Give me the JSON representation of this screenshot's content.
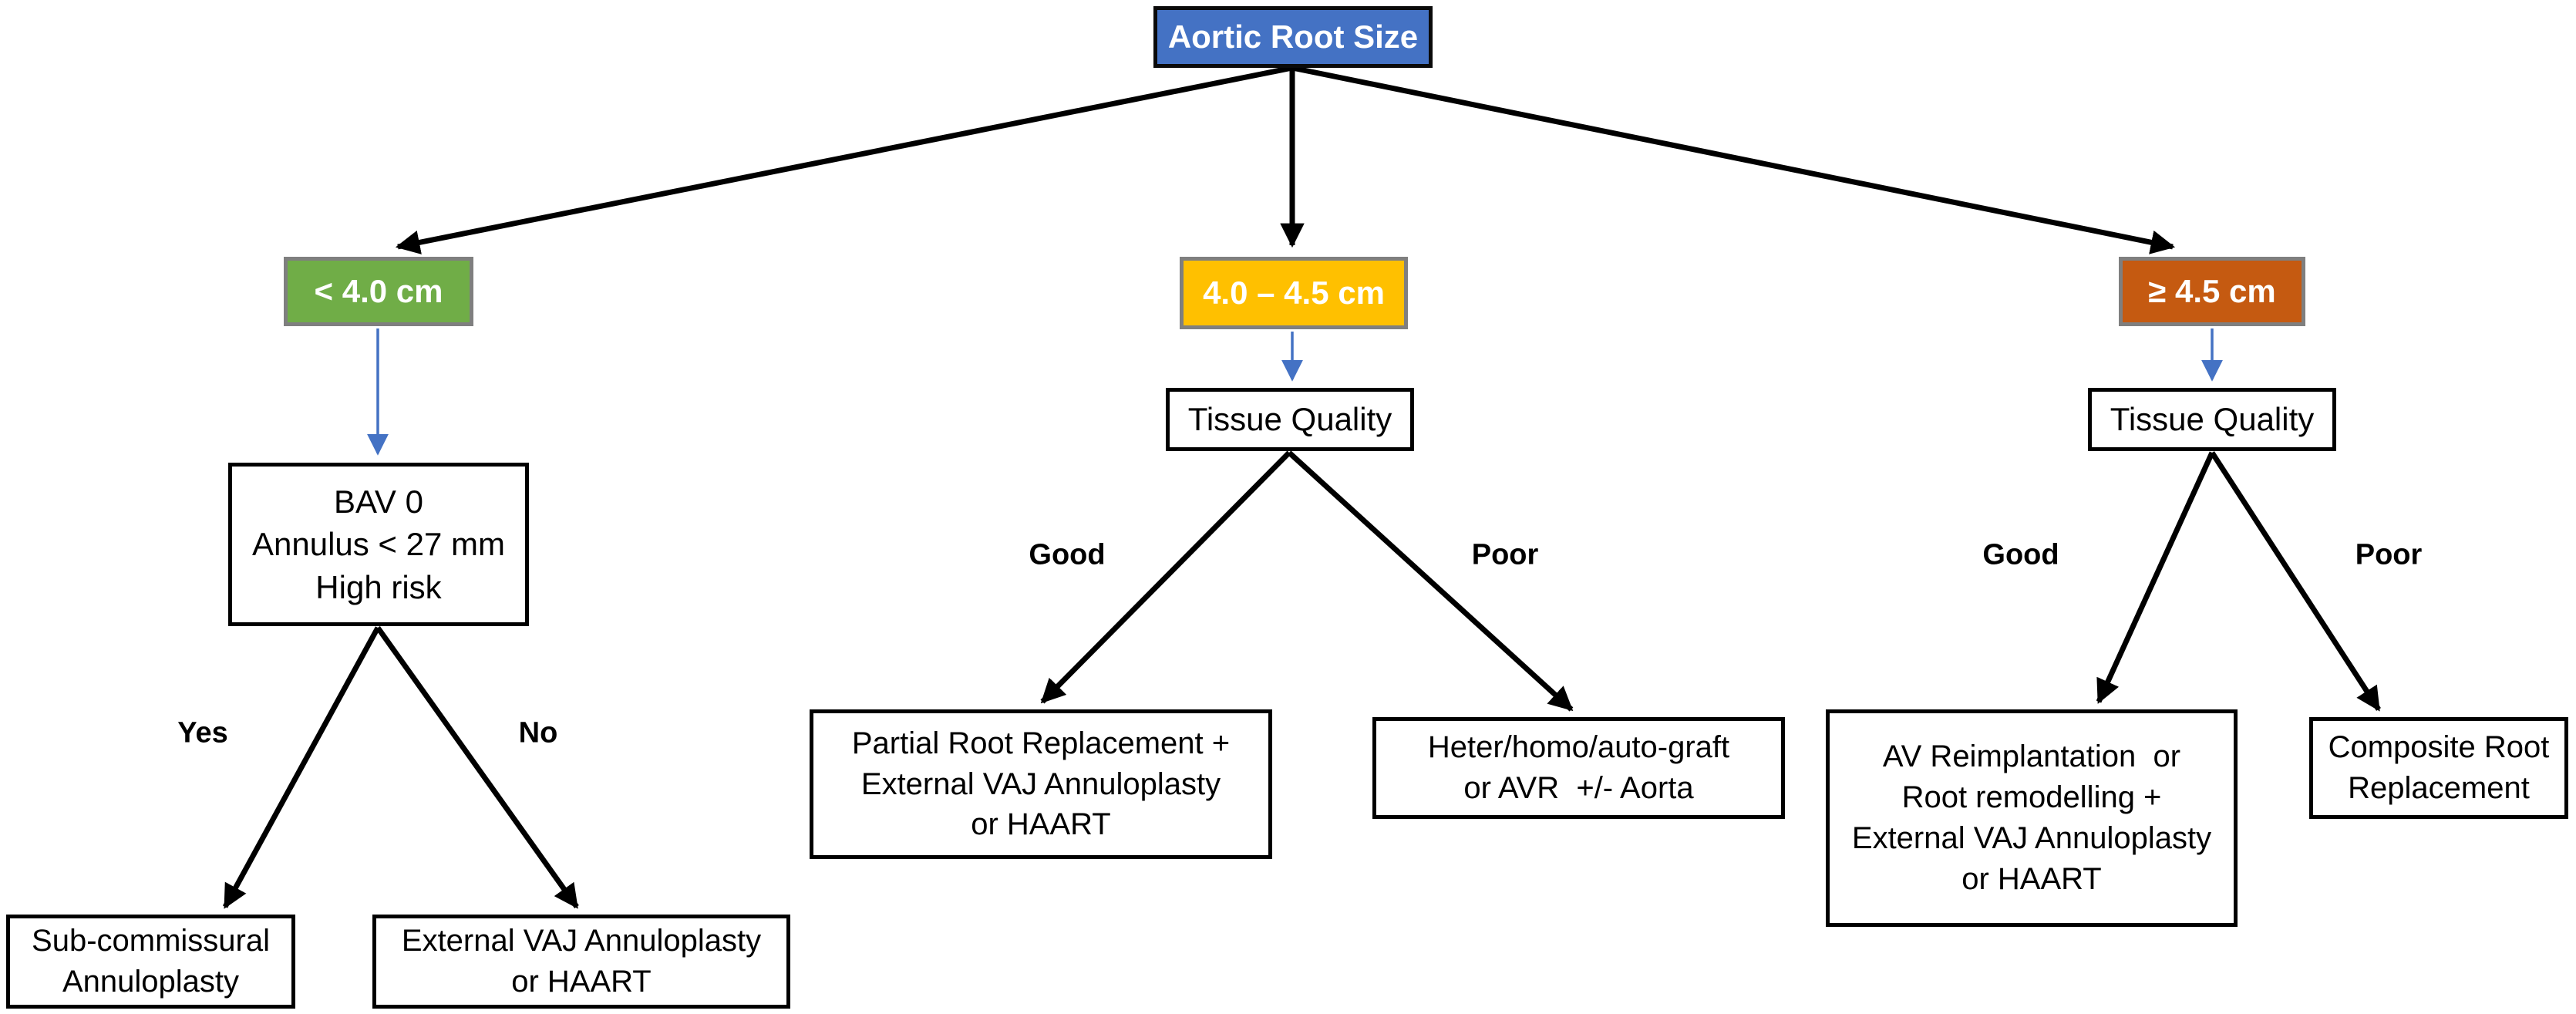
{
  "diagram_title": "Aortic Root Size decision tree",
  "nodes": {
    "root": {
      "label": "Aortic Root Size"
    },
    "size_lt_40": {
      "label": "< 4.0 cm"
    },
    "size_40_45": {
      "label": "4.0 – 4.5 cm"
    },
    "size_ge_45": {
      "label": "≥ 4.5 cm"
    },
    "tissue_quality_mid": {
      "label": "Tissue Quality"
    },
    "tissue_quality_right": {
      "label": "Tissue Quality"
    },
    "bav_criteria": {
      "label": "BAV 0\nAnnulus < 27 mm\nHigh risk"
    },
    "subcommissural": {
      "label": "Sub-commissural\nAnnuloplasty"
    },
    "external_vaj": {
      "label": "External VAJ Annuloplasty\nor HAART"
    },
    "partial_root": {
      "label": "Partial Root Replacement +\nExternal VAJ Annuloplasty\nor HAART"
    },
    "graft_avr": {
      "label": "Heter/homo/auto-graft\nor AVR  +/- Aorta"
    },
    "av_reimplantation": {
      "label": "AV Reimplantation  or\nRoot remodelling +\nExternal VAJ Annuloplasty\nor HAART"
    },
    "composite_root": {
      "label": "Composite Root\nReplacement"
    }
  },
  "edge_labels": {
    "yes": "Yes",
    "no": "No",
    "good_mid": "Good",
    "poor_mid": "Poor",
    "good_right": "Good",
    "poor_right": "Poor"
  },
  "colors": {
    "root_fill": "#4472C4",
    "lt40_fill": "#70AD47",
    "mid_fill": "#FFC000",
    "ge45_fill": "#C55A11",
    "colored_box_border": "#7F7F7F",
    "plain_box_border": "#000000",
    "black_arrow": "#000000",
    "blue_arrow": "#4472C4",
    "text_on_colored": "#FFFFFF",
    "text_on_plain": "#000000"
  }
}
